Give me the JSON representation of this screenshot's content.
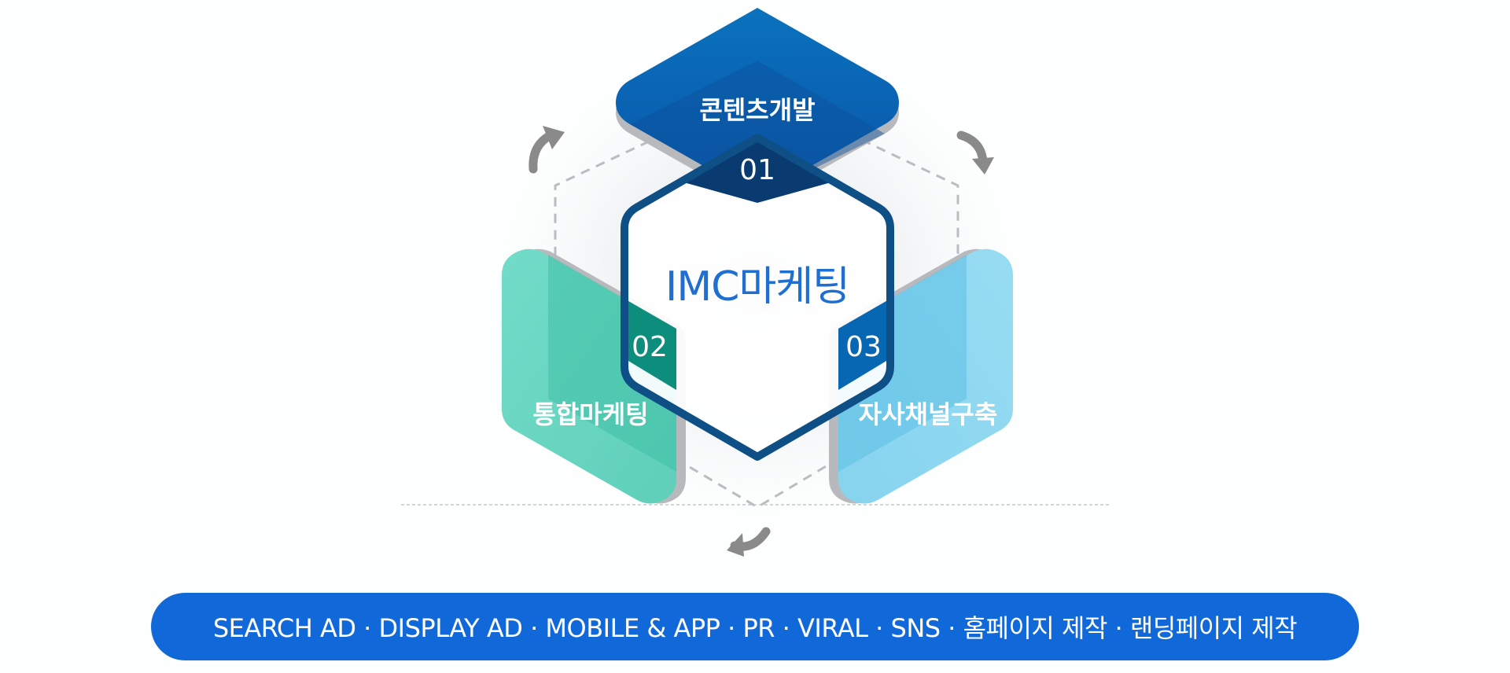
{
  "diagram": {
    "center": {
      "title": "IMC마케팅"
    },
    "steps": [
      {
        "number": "01",
        "name": "콘텐츠개발"
      },
      {
        "number": "02",
        "name": "통합마케팅"
      },
      {
        "number": "03",
        "name": "자사채널구축"
      }
    ],
    "colors": {
      "step1": "#0b63b6",
      "step1_dark": "#0a3d73",
      "step2": "#6fd8c6",
      "step2_dark": "#0c8a79",
      "step3": "#8fd8f0",
      "step3_dark": "#0a63b0",
      "center_border": "#0e4f86",
      "center_text": "#1e6fd1",
      "arrow": "#8a8a8a",
      "services_bar": "#1169d9"
    }
  },
  "services": {
    "text": "SEARCH AD · DISPLAY AD · MOBILE & APP · PR · VIRAL · SNS · 홈페이지 제작 · 랜딩페이지 제작"
  }
}
